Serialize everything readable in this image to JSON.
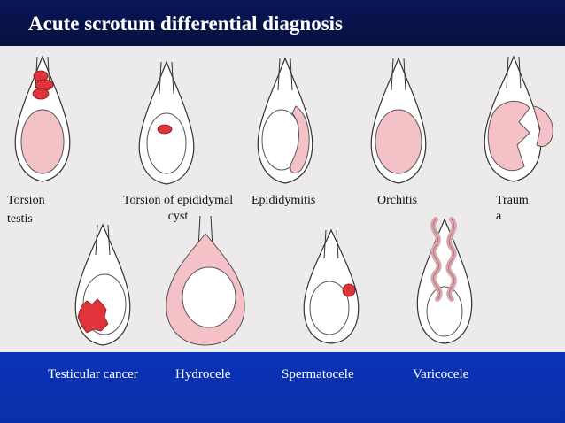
{
  "slide": {
    "title": "Acute scrotum differential diagnosis"
  },
  "colors": {
    "title_bar": "#0a1656",
    "bottom_bar": "#0a2fa8",
    "tissue_pink": "#f4c2c6",
    "lesion_red": "#e0343c"
  },
  "top_row": [
    {
      "line1": "Torsion",
      "line2": "testis"
    },
    {
      "line1": "Torsion of epididymal",
      "line2": "cyst"
    },
    {
      "line1": "Epididymitis"
    },
    {
      "line1": "Orchitis"
    },
    {
      "line1": "Traum",
      "line2": "a"
    }
  ],
  "bottom_row": [
    {
      "line1": "Testicular cancer"
    },
    {
      "line1": "Hydrocele"
    },
    {
      "line1": "Spermatocele"
    },
    {
      "line1": "Varicocele"
    }
  ]
}
